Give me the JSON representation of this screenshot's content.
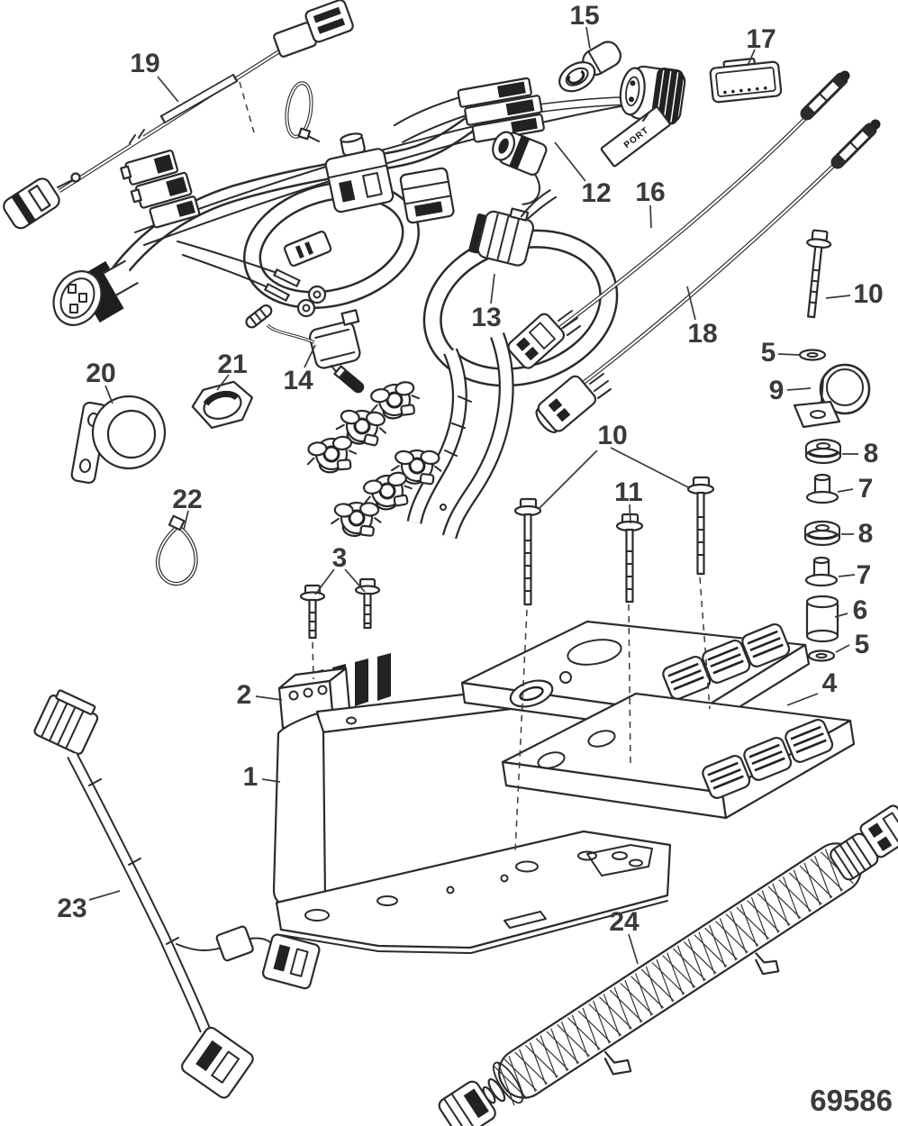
{
  "figure": {
    "drawing_number": "69586",
    "harness_tag_label": "PORT",
    "callouts": [
      {
        "id": "19",
        "label": "19"
      },
      {
        "id": "15",
        "label": "15"
      },
      {
        "id": "17",
        "label": "17"
      },
      {
        "id": "12",
        "label": "12"
      },
      {
        "id": "16",
        "label": "16"
      },
      {
        "id": "10-right",
        "label": "10"
      },
      {
        "id": "18",
        "label": "18"
      },
      {
        "id": "5-top",
        "label": "5"
      },
      {
        "id": "9",
        "label": "9"
      },
      {
        "id": "8-upper",
        "label": "8"
      },
      {
        "id": "7-upper",
        "label": "7"
      },
      {
        "id": "8-lower",
        "label": "8"
      },
      {
        "id": "7-lower",
        "label": "7"
      },
      {
        "id": "6",
        "label": "6"
      },
      {
        "id": "5-bottom",
        "label": "5"
      },
      {
        "id": "13",
        "label": "13"
      },
      {
        "id": "14",
        "label": "14"
      },
      {
        "id": "20",
        "label": "20"
      },
      {
        "id": "21",
        "label": "21"
      },
      {
        "id": "22",
        "label": "22"
      },
      {
        "id": "10-center",
        "label": "10"
      },
      {
        "id": "11",
        "label": "11"
      },
      {
        "id": "3",
        "label": "3"
      },
      {
        "id": "2",
        "label": "2"
      },
      {
        "id": "1",
        "label": "1"
      },
      {
        "id": "4",
        "label": "4"
      },
      {
        "id": "23",
        "label": "23"
      },
      {
        "id": "24",
        "label": "24"
      }
    ]
  }
}
